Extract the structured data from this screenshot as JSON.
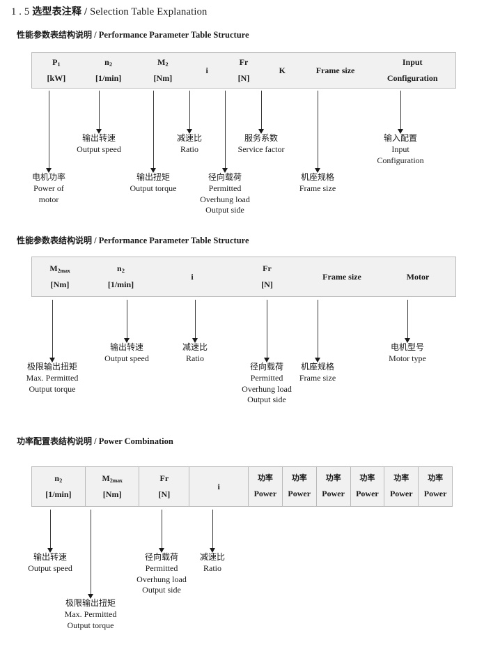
{
  "title": {
    "number": "1 . 5",
    "cn": "选型表注释",
    "separator": "/",
    "en": "Selection Table Explanation"
  },
  "sections": [
    {
      "heading": {
        "cn": "性能参数表结构说明",
        "separator": "/",
        "en": "Performance Parameter Table Structure"
      },
      "table": {
        "columns": [
          {
            "symbol": "P",
            "sub": "1",
            "unit": "[kW]"
          },
          {
            "symbol": "n",
            "sub": "2",
            "unit": "[1/min]"
          },
          {
            "symbol": "M",
            "sub": "2",
            "unit": "[Nm]"
          },
          {
            "symbol": "i",
            "sub": "",
            "unit": ""
          },
          {
            "symbol": "Fr",
            "sub": "",
            "unit": "[N]"
          },
          {
            "symbol": "K",
            "sub": "",
            "unit": ""
          },
          {
            "symbol": "Frame size",
            "sub": "",
            "unit": ""
          },
          {
            "symbol": "Input",
            "sub": "",
            "unit": "Configuration"
          }
        ]
      },
      "annotations": [
        {
          "cn": "电机功率",
          "en": [
            "Power of",
            "motor"
          ]
        },
        {
          "cn": "输出转速",
          "en": [
            "Output speed"
          ]
        },
        {
          "cn": "输出扭矩",
          "en": [
            "Output torque"
          ]
        },
        {
          "cn": "减速比",
          "en": [
            "Ratio"
          ]
        },
        {
          "cn": "径向载荷",
          "en": [
            "Permitted",
            "Overhung load",
            "Output side"
          ]
        },
        {
          "cn": "服务系数",
          "en": [
            "Service factor"
          ]
        },
        {
          "cn": "机座规格",
          "en": [
            "Frame size"
          ]
        },
        {
          "cn": "输入配置",
          "en": [
            "Input",
            "Configuration"
          ]
        }
      ]
    },
    {
      "heading": {
        "cn": "性能参数表结构说明",
        "separator": "/",
        "en": "Performance Parameter Table Structure"
      },
      "table": {
        "columns": [
          {
            "symbol": "M",
            "sub": "2max",
            "unit": "[Nm]"
          },
          {
            "symbol": "n",
            "sub": "2",
            "unit": "[1/min]"
          },
          {
            "symbol": "i",
            "sub": "",
            "unit": ""
          },
          {
            "symbol": "Fr",
            "sub": "",
            "unit": "[N]"
          },
          {
            "symbol": "Frame size",
            "sub": "",
            "unit": ""
          },
          {
            "symbol": "Motor",
            "sub": "",
            "unit": ""
          }
        ]
      },
      "annotations": [
        {
          "cn": "极限输出扭矩",
          "en": [
            "Max. Permitted",
            "Output  torque"
          ]
        },
        {
          "cn": "输出转速",
          "en": [
            "Output speed"
          ]
        },
        {
          "cn": "减速比",
          "en": [
            "Ratio"
          ]
        },
        {
          "cn": "径向载荷",
          "en": [
            "Permitted",
            "Overhung load",
            "Output side"
          ]
        },
        {
          "cn": "机座规格",
          "en": [
            "Frame size"
          ]
        },
        {
          "cn": "电机型号",
          "en": [
            "Motor type"
          ]
        }
      ]
    },
    {
      "heading": {
        "cn": "功率配置表结构说明",
        "separator": "/",
        "en": "Power Combination"
      },
      "table": {
        "columns": [
          {
            "symbol": "n",
            "sub": "2",
            "unit": "[1/min]"
          },
          {
            "symbol": "M",
            "sub": "2max",
            "unit": "[Nm]"
          },
          {
            "symbol": "Fr",
            "sub": "",
            "unit": "[N]"
          },
          {
            "symbol": "i",
            "sub": "",
            "unit": ""
          },
          {
            "symbol": "功率",
            "sub": "",
            "unit": "Power"
          },
          {
            "symbol": "功率",
            "sub": "",
            "unit": "Power"
          },
          {
            "symbol": "功率",
            "sub": "",
            "unit": "Power"
          },
          {
            "symbol": "功率",
            "sub": "",
            "unit": "Power"
          },
          {
            "symbol": "功率",
            "sub": "",
            "unit": "Power"
          },
          {
            "symbol": "功率",
            "sub": "",
            "unit": "Power"
          }
        ]
      },
      "annotations": [
        {
          "cn": "输出转速",
          "en": [
            "Output speed"
          ]
        },
        {
          "cn": "极限输出扭矩",
          "en": [
            "Max. Permitted",
            "Output  torque"
          ]
        },
        {
          "cn": "径向载荷",
          "en": [
            "Permitted",
            "Overhung load",
            "Output side"
          ]
        },
        {
          "cn": "减速比",
          "en": [
            "Ratio"
          ]
        }
      ]
    }
  ]
}
